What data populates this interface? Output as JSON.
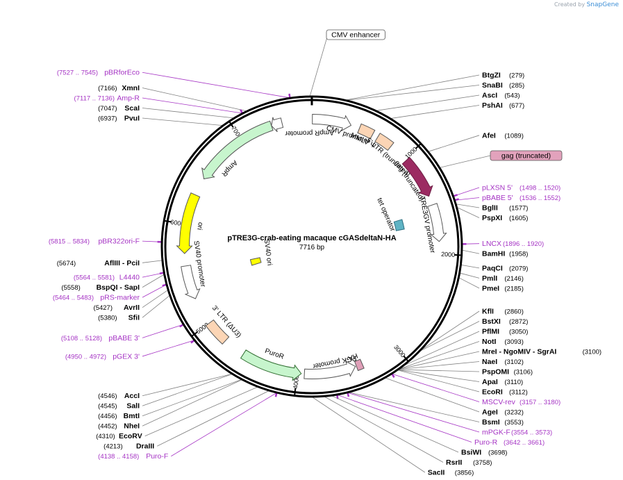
{
  "header": {
    "credit_prefix": "Created by",
    "credit_brand": "SnapGene"
  },
  "title": {
    "name": "pTRE3G-crab-eating macaque cGASdeltaN-HA",
    "length": "7716 bp"
  },
  "total_bp": 7716,
  "colors": {
    "enzyme": "#000000",
    "primer": "#a533c4",
    "leader": "#7f7f7f",
    "backbone": "#000000"
  },
  "ticks": [
    "1000",
    "2000",
    "3000",
    "4000",
    "5000",
    "6000",
    "7000"
  ],
  "features": [
    {
      "id": "cmv-promoter",
      "label": "CMV promoter",
      "start": 5,
      "end": 384,
      "ring": 18,
      "dir": 1,
      "fill": "#ffffff",
      "stroke": "#555555",
      "label_pos": 384
    },
    {
      "id": "mmlv-psi",
      "label": "MMLV Ψ",
      "start": 470,
      "end": 610,
      "ring": 18,
      "dir": 0,
      "fill": "#fcd5b5",
      "stroke": "#555555",
      "label_pos": 555
    },
    {
      "id": "ltr5",
      "label": "5' LTR (truncated)",
      "start": 665,
      "end": 820,
      "ring": 18,
      "dir": 0,
      "fill": "#fcd5b5",
      "stroke": "#555555",
      "label_pos": 870
    },
    {
      "id": "gag",
      "label": "gag (truncated)",
      "start": 1020,
      "end": 1430,
      "ring": 18,
      "dir": 1,
      "fill": "#9c2b62",
      "stroke": "#6d1d44",
      "label_pos": 1200
    },
    {
      "id": "tre3gv",
      "label": "TRE3GV promoter",
      "start": 1520,
      "end": 1880,
      "ring": 18,
      "dir": 1,
      "fill": "#ffffff",
      "stroke": "#555555",
      "label_pos": 1700
    },
    {
      "id": "tet-op",
      "label": "tet operator",
      "start": 1570,
      "end": 1700,
      "ring": 72,
      "dir": 0,
      "fill": "#5fb3c4",
      "stroke": "#2d6f80",
      "label_pos": 1430
    },
    {
      "id": "ha",
      "label": "HA",
      "start": 3360,
      "end": 3420,
      "ring": 18,
      "dir": 0,
      "fill": "#e09fb8",
      "stroke": "#555555",
      "label_pos": 3420
    },
    {
      "id": "pgk",
      "label": "PGK promoter",
      "start": 3430,
      "end": 3930,
      "ring": 18,
      "dir": -1,
      "fill": "#ffffff",
      "stroke": "#555555",
      "label_pos": 3620
    },
    {
      "id": "puror",
      "label": "PuroR",
      "start": 3960,
      "end": 4555,
      "ring": 18,
      "dir": -1,
      "fill": "#c7f5cd",
      "stroke": "#2e6b2e",
      "label_pos": 4270
    },
    {
      "id": "ltr3",
      "label": "3' LTR (ΔU3)",
      "start": 4770,
      "end": 5000,
      "ring": 18,
      "dir": 0,
      "fill": "#fcd5b5",
      "stroke": "#555555",
      "label_pos": 4900
    },
    {
      "id": "sv40-promoter",
      "label": "SV40 promoter",
      "start": 5270,
      "end": 5600,
      "ring": 18,
      "dir": -1,
      "fill": "#ffffff",
      "stroke": "#555555",
      "label_pos": 5600
    },
    {
      "id": "sv40-ori",
      "label": "SV40 ori",
      "start": 5415,
      "end": 5530,
      "ring": 118,
      "dir": 0,
      "fill": "#ffff00",
      "stroke": "#555555",
      "label_pos": 5630
    },
    {
      "id": "ori",
      "label": "ori",
      "start": 5720,
      "end": 6300,
      "ring": 18,
      "dir": -1,
      "fill": "#ffff00",
      "stroke": "#555555",
      "label_pos": 6010
    },
    {
      "id": "ampr",
      "label": "AmpR",
      "start": 6475,
      "end": 7320,
      "ring": 18,
      "dir": -1,
      "fill": "#c7f5cd",
      "stroke": "#555555",
      "label_pos": 6720
    },
    {
      "id": "ampr-promoter",
      "label": "AmpR promoter",
      "start": 7320,
      "end": 7425,
      "ring": 18,
      "dir": -1,
      "fill": "#ffffff",
      "stroke": "#555555",
      "label_pos": 7690
    }
  ],
  "enzymes": [
    {
      "name": "BtgZI",
      "pos": "(279)",
      "bp": 279
    },
    {
      "name": "SnaBI",
      "pos": "(285)",
      "bp": 285
    },
    {
      "name": "AscI",
      "pos": "(543)",
      "bp": 543
    },
    {
      "name": "PshAI",
      "pos": "(677)",
      "bp": 677
    },
    {
      "name": "AfeI",
      "pos": "(1089)",
      "bp": 1089
    },
    {
      "name": "BglII",
      "pos": "(1577)",
      "bp": 1577
    },
    {
      "name": "PspXI",
      "pos": "(1605)",
      "bp": 1605
    },
    {
      "name": "BamHI",
      "pos": "(1958)",
      "bp": 1958
    },
    {
      "name": "PaqCI",
      "pos": "(2079)",
      "bp": 2079
    },
    {
      "name": "PmlI",
      "pos": "(2146)",
      "bp": 2146
    },
    {
      "name": "PmeI",
      "pos": "(2185)",
      "bp": 2185
    },
    {
      "name": "KflI",
      "pos": "(2860)",
      "bp": 2860
    },
    {
      "name": "BstXI",
      "pos": "(2872)",
      "bp": 2872
    },
    {
      "name": "PflMI",
      "pos": "(3050)",
      "bp": 3050
    },
    {
      "name": "NotI",
      "pos": "(3093)",
      "bp": 3093
    },
    {
      "name": "MreI - NgoMIV - SgrAI",
      "pos": "(3100)",
      "bp": 3100
    },
    {
      "name": "NaeI",
      "pos": "(3102)",
      "bp": 3102
    },
    {
      "name": "PspOMI",
      "pos": "(3106)",
      "bp": 3106
    },
    {
      "name": "ApaI",
      "pos": "(3110)",
      "bp": 3110
    },
    {
      "name": "EcoRI",
      "pos": "(3112)",
      "bp": 3112
    },
    {
      "name": "AgeI",
      "pos": "(3232)",
      "bp": 3232
    },
    {
      "name": "BsmI",
      "pos": "(3553)",
      "bp": 3553
    },
    {
      "name": "BsiWI",
      "pos": "(3698)",
      "bp": 3698
    },
    {
      "name": "RsrII",
      "pos": "(3758)",
      "bp": 3758
    },
    {
      "name": "SacII",
      "pos": "(3856)",
      "bp": 3856
    },
    {
      "name": "DraIII",
      "pos": "(4213)",
      "bp": 4213
    },
    {
      "name": "EcoRV",
      "pos": "(4310)",
      "bp": 4310
    },
    {
      "name": "NheI",
      "pos": "(4452)",
      "bp": 4452
    },
    {
      "name": "BmtI",
      "pos": "(4456)",
      "bp": 4456
    },
    {
      "name": "SalI",
      "pos": "(4545)",
      "bp": 4545
    },
    {
      "name": "AccI",
      "pos": "(4546)",
      "bp": 4546
    },
    {
      "name": "SfiI",
      "pos": "(5380)",
      "bp": 5380
    },
    {
      "name": "AvrII",
      "pos": "(5427)",
      "bp": 5427
    },
    {
      "name": "BspQI - SapI",
      "pos": "(5558)",
      "bp": 5558
    },
    {
      "name": "AflIII - PciI",
      "pos": "(5674)",
      "bp": 5674
    },
    {
      "name": "PvuI",
      "pos": "(6937)",
      "bp": 6937
    },
    {
      "name": "ScaI",
      "pos": "(7047)",
      "bp": 7047
    },
    {
      "name": "XmnI",
      "pos": "(7166)",
      "bp": 7166
    }
  ],
  "primers": [
    {
      "name": "pLXSN 5'",
      "pos": "(1498 .. 1520)",
      "bp": 1509
    },
    {
      "name": "pBABE 5'",
      "pos": "(1536 .. 1552)",
      "bp": 1544
    },
    {
      "name": "LNCX",
      "pos": "(1896 .. 1920)",
      "bp": 1908
    },
    {
      "name": "MSCV-rev",
      "pos": "(3157 .. 3180)",
      "bp": 3168
    },
    {
      "name": "mPGK-F",
      "pos": "(3554 .. 3573)",
      "bp": 3563
    },
    {
      "name": "Puro-R",
      "pos": "(3642 .. 3661)",
      "bp": 3651
    },
    {
      "name": "Puro-F",
      "pos": "(4138 .. 4158)",
      "bp": 4148
    },
    {
      "name": "pGEX 3'",
      "pos": "(4950 .. 4972)",
      "bp": 4961
    },
    {
      "name": "pBABE 3'",
      "pos": "(5108 .. 5128)",
      "bp": 5118
    },
    {
      "name": "pRS-marker",
      "pos": "(5464 .. 5483)",
      "bp": 5473
    },
    {
      "name": "L4440",
      "pos": "(5564 .. 5581)",
      "bp": 5572
    },
    {
      "name": "pBR322ori-F",
      "pos": "(5815 .. 5834)",
      "bp": 5825
    },
    {
      "name": "Amp-R",
      "pos": "(7117 .. 7136)",
      "bp": 7126
    },
    {
      "name": "pBRforEco",
      "pos": "(7527 .. 7545)",
      "bp": 7536
    }
  ],
  "callouts": [
    {
      "id": "cmv-enhancer",
      "label": "CMV enhancer",
      "bp": 7700
    },
    {
      "id": "gag-callout",
      "label": "gag (truncated)",
      "bp": 1250
    }
  ]
}
